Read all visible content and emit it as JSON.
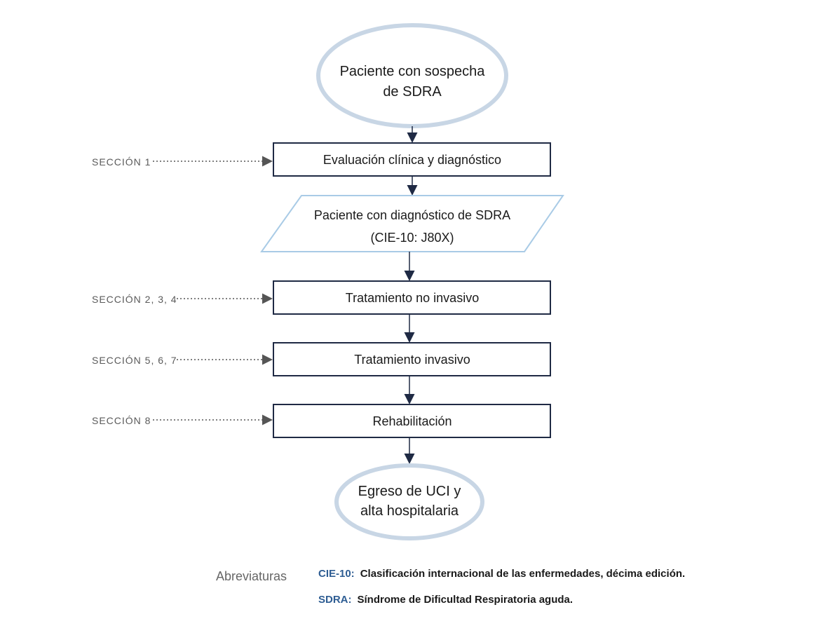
{
  "nodes": {
    "start": {
      "line1": "Paciente con sospecha",
      "line2": "de SDRA"
    },
    "evaluation": "Evaluación clínica y diagnóstico",
    "diagnosis": {
      "line1": "Paciente con diagnóstico de SDRA",
      "line2": "(CIE-10: J80X)"
    },
    "noninvasive": "Tratamiento no invasivo",
    "invasive": "Tratamiento invasivo",
    "rehab": "Rehabilitación",
    "end": {
      "line1": "Egreso de UCI y",
      "line2": "alta hospitalaria"
    }
  },
  "sections": {
    "s1": "SECCIÓN 1",
    "s2": "SECCIÓN 2, 3, 4",
    "s3": "SECCIÓN 5, 6, 7",
    "s4": "SECCIÓN 8"
  },
  "abbreviations": {
    "title": "Abreviaturas",
    "items": [
      {
        "key": "CIE-10:",
        "text": "Clasificación internacional de las enfermedades, décima edición."
      },
      {
        "key": "SDRA:",
        "text": "Síndrome de Dificultad Respiratoria aguda."
      }
    ]
  },
  "colors": {
    "ellipse_stroke": "#c8d6e5",
    "parallelogram_stroke": "#a9cbe6",
    "box_stroke": "#1f2a44",
    "arrow": "#1f2a44",
    "dotted_arrow": "#555555",
    "abbr_key": "#2e5d93"
  }
}
